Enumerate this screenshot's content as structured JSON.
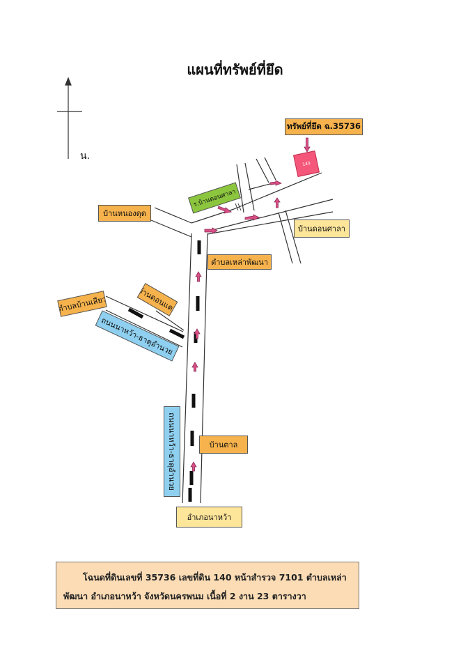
{
  "map": {
    "title": "แผนที่ทรัพย์ที่ยึด",
    "north_label": "น.",
    "property_label": "ทรัพย์ที่ยึด ฉ.35736",
    "parcel_number": "140",
    "labels": {
      "ban_nong_dud": "บ้านหนองดุด",
      "ban_don_sala_green": "ร.บ้านดอนศาลา",
      "ban_don_sala": "บ้านดอนศาลา",
      "tambon_lao_phatthana": "ตำบลเหล่าพัฒนา",
      "tambon_ban_siao": "ตำบลบ้านเสียว",
      "ban_don_daeng": "บ้านดอนแดง",
      "road_blue_diagonal": "ถนนนาหว้า-ธาตุอำนวย",
      "road_blue_vertical": "ถนนนาหว้า-ธาตุอำนวย",
      "ban_tan": "บ้านตาล",
      "amphoe_na_wa": "อำเภอนาหว้า"
    },
    "colors": {
      "orange": "#f6b24c",
      "yellow": "#fde59a",
      "green": "#8cc63e",
      "blue": "#8fd0f0",
      "arrow": "#d94f86",
      "info_bg": "#fbdcb5"
    }
  },
  "info": {
    "line1": "โฉนดที่ดินเลขที่ 35736 เลขที่ดิน 140 หน้าสำรวจ 7101 ตำบลเหล่า",
    "line2": "พัฒนา อำเภอนาหว้า จังหวัดนครพนม เนื้อที่ 2 งาน 23 ตารางวา"
  }
}
